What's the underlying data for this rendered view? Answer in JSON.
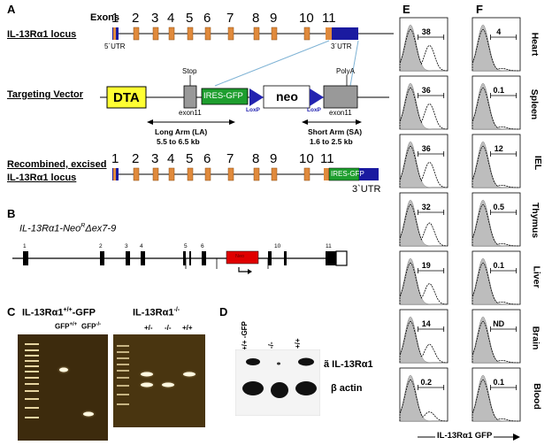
{
  "panels": {
    "A": "A",
    "B": "B",
    "C": "C",
    "D": "D",
    "E": "E",
    "F": "F"
  },
  "panelA": {
    "exons_label": "Exons",
    "exon_numbers_top": [
      "1",
      "2",
      "3",
      "4",
      "5",
      "6",
      "7",
      "8",
      "9",
      "10",
      "11"
    ],
    "locus_label": "IL-13Rα1 locus",
    "utr5": "5´UTR",
    "utr3": "3´UTR",
    "targeting_label": "Targeting Vector",
    "dta": "DTA",
    "stop": "Stop",
    "polya": "PolyA",
    "ires_gfp": "IRES-GFP",
    "neo": "neo",
    "loxp": "LoxP",
    "exon11": "exon11",
    "long_arm_1": "Long Arm (LA)",
    "long_arm_2": "5.5 to 6.5 kb",
    "short_arm_1": "Short Arm (SA)",
    "short_arm_2": "1.6 to 2.5 kb",
    "recombined_1": "Recombined, excised",
    "recombined_2": "IL-13Rα1 locus",
    "exon_numbers_bottom": [
      "1",
      "2",
      "3",
      "4",
      "5",
      "6",
      "7",
      "8",
      "9",
      "10",
      "11"
    ],
    "ires_gfp_bottom": "IRES-GFP",
    "utr3_bottom": "3`UTR"
  },
  "panelB": {
    "title": "IL-13Rα1-Neo",
    "title_sup": "R",
    "title_tail": "Δex7-9",
    "exon_labels": [
      "1",
      "2",
      "3",
      "4",
      "5",
      "6",
      "10",
      "11"
    ],
    "neo_box": "Neo"
  },
  "panelC": {
    "left_title_1": "IL-13Rα1",
    "left_title_sup": "+/+",
    "left_title_2": "-GFP",
    "lane_gfp_pp": "GFP",
    "lane_gfp_pp_sup": "+/+",
    "lane_gfp_mm": "GFP",
    "lane_gfp_mm_sup": "-/-",
    "right_title_1": "IL-13Rα1",
    "right_title_sup": "-/-",
    "lane_het": "+/-",
    "lane_ko": "-/-",
    "lane_wt": "+/+"
  },
  "panelD": {
    "lanes": [
      "+/+ -GFP",
      "-/-",
      "+/+"
    ],
    "band1": "ã IL-13Rα1",
    "band2": "β actin"
  },
  "panelE": {
    "values": [
      "38",
      "36",
      "36",
      "32",
      "19",
      "14",
      "0.2"
    ]
  },
  "panelF": {
    "values": [
      "4",
      "0.1",
      "12",
      "0.5",
      "0.1",
      "ND",
      "0.1"
    ]
  },
  "tissues": [
    "Heart",
    "Spleen",
    "IEL",
    "Thymus",
    "Liver",
    "Brain",
    "Blood"
  ],
  "xaxis": "IL-13Rα1 GFP"
}
